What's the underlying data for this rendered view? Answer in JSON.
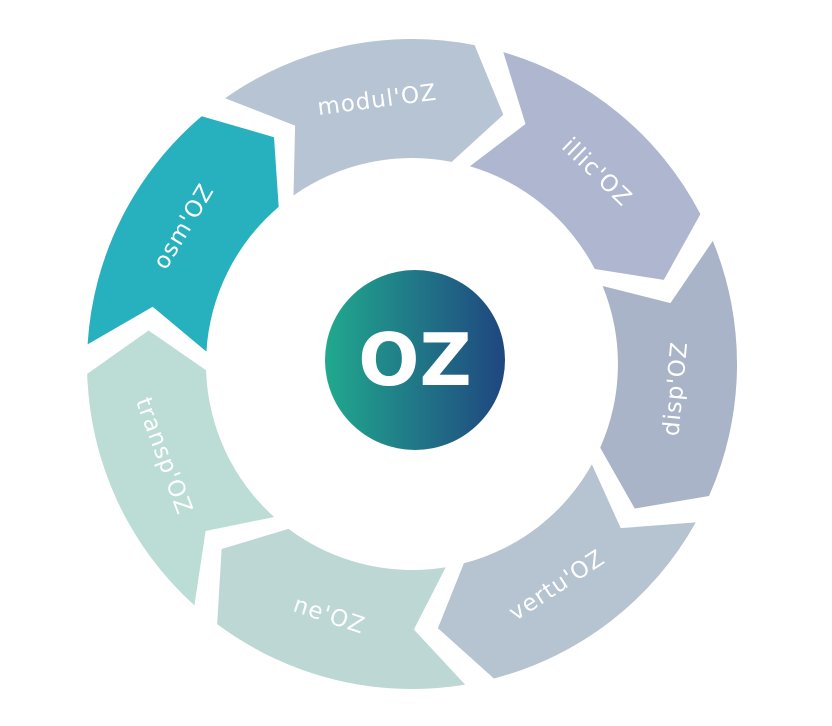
{
  "center_logo": {
    "text": "OZ",
    "gradient_start": "#21a98e",
    "gradient_end": "#1f4680"
  },
  "segments": [
    {
      "label": "osm'OZ",
      "color": "#27b0bd"
    },
    {
      "label": "modul'OZ",
      "color": "#b7c4d3"
    },
    {
      "label": "illic'OZ",
      "color": "#afb6cf"
    },
    {
      "label": "disp'OZ",
      "color": "#aab4c9"
    },
    {
      "label": "vertu'OZ",
      "color": "#b6c3d0"
    },
    {
      "label": "ne'OZ",
      "color": "#bcd7d4"
    },
    {
      "label": "transp'OZ",
      "color": "#bcdcd6"
    }
  ],
  "colors": {
    "background": "#ffffff",
    "label_text": "#ffffff"
  }
}
